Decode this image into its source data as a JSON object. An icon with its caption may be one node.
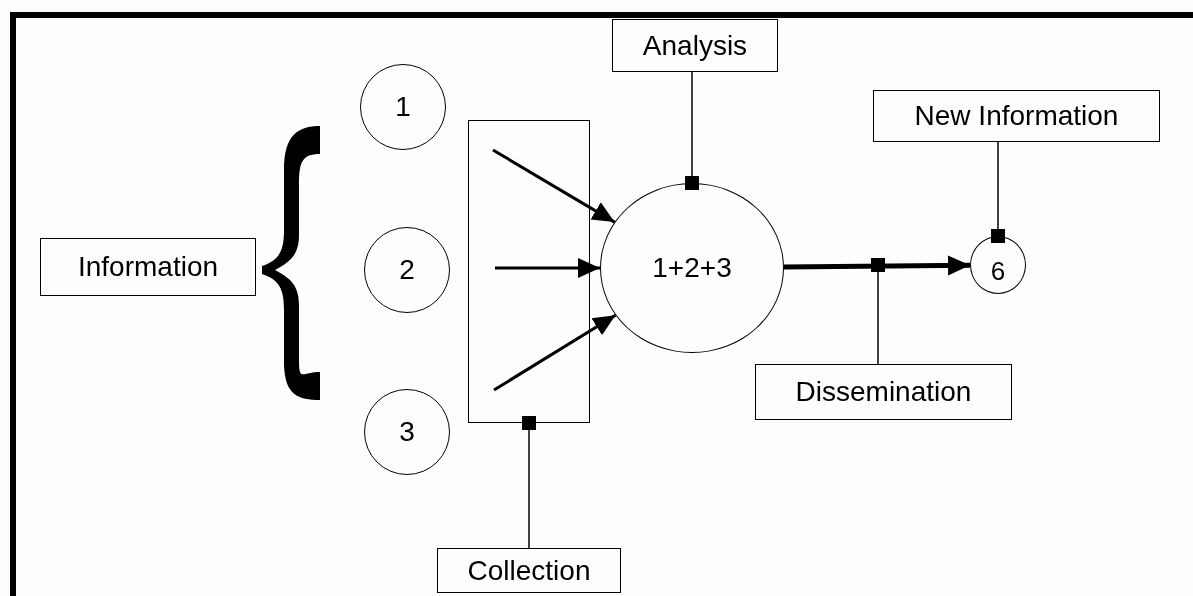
{
  "diagram": {
    "nodes": [
      {
        "text": [
          "Information"
        ]
      },
      {
        "text": [],
        "shape": "brace"
      },
      {
        "text": [
          "1"
        ]
      },
      {
        "text": [
          "2"
        ]
      },
      {
        "text": [
          "3"
        ]
      },
      {
        "text": [],
        "shape": "box"
      },
      {
        "text": [
          "1+2+3"
        ]
      },
      {
        "text": [
          "6"
        ]
      },
      {
        "text": [
          "Analysis"
        ]
      },
      {
        "text": [
          "New Information"
        ]
      },
      {
        "text": [
          "Dissemination"
        ]
      },
      {
        "text": [
          "Collection"
        ]
      }
    ],
    "edges": [
      {
        "from": 5,
        "to": 6,
        "arrow": "to"
      },
      {
        "from": 5,
        "to": 6,
        "arrow": "to"
      },
      {
        "from": 5,
        "to": 6,
        "arrow": "to"
      },
      {
        "from": 6,
        "to": 7,
        "arrow": "to",
        "style": "thick"
      },
      {
        "from": 8,
        "to": 6,
        "arrow": "other"
      },
      {
        "from": 9,
        "to": 7,
        "arrow": "other"
      },
      {
        "from": 10,
        "to": null,
        "arrow": "other"
      },
      {
        "from": 11,
        "to": 5,
        "arrow": "other"
      }
    ]
  }
}
